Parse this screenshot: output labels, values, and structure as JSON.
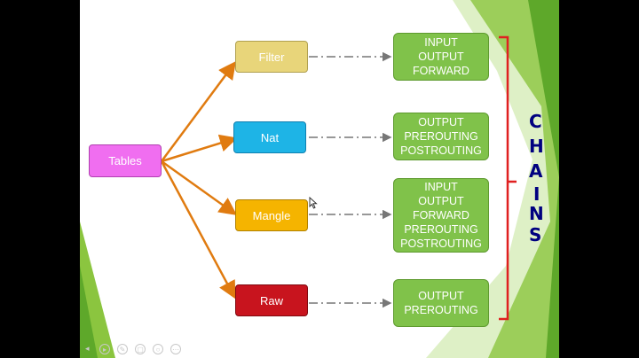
{
  "tables": {
    "root": {
      "label": "Tables",
      "color": "#f06ef0"
    },
    "items": [
      {
        "label": "Filter",
        "color": "#e8d57a",
        "text_color": "#ffffff"
      },
      {
        "label": "Nat",
        "color": "#1eb4e6",
        "text_color": "#ffffff"
      },
      {
        "label": "Mangle",
        "color": "#f5b400",
        "text_color": "#ffffff"
      },
      {
        "label": "Raw",
        "color": "#c8141e",
        "text_color": "#ffffff"
      }
    ]
  },
  "chains": {
    "groups": [
      {
        "lines": [
          "INPUT",
          "OUTPUT",
          "FORWARD"
        ]
      },
      {
        "lines": [
          "OUTPUT",
          "PREROUTING",
          "POSTROUTING"
        ]
      },
      {
        "lines": [
          "INPUT",
          "OUTPUT",
          "FORWARD",
          "PREROUTING",
          "POSTROUTING"
        ]
      },
      {
        "lines": [
          "OUTPUT",
          "PREROUTING"
        ]
      }
    ],
    "label_letters": [
      "C",
      "H",
      "A",
      "I",
      "N",
      "S"
    ]
  },
  "colors": {
    "arrow": "#e07b10",
    "bracket": "#e02020",
    "chain_label": "#000080",
    "accent_green": "#8bc53f"
  },
  "player": {
    "controls": [
      "prev-icon",
      "play-icon",
      "edit-icon",
      "copy-icon",
      "zoom-icon",
      "more-icon"
    ]
  }
}
